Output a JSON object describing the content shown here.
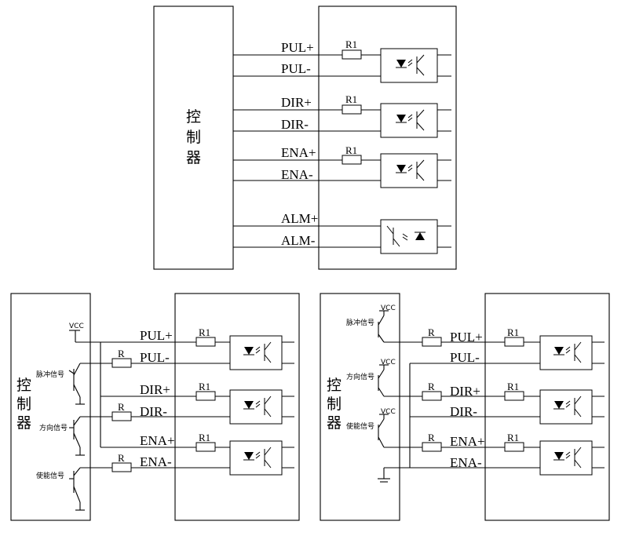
{
  "top": {
    "controller": [
      "控",
      "制",
      "器"
    ],
    "labels": [
      "PUL+",
      "PUL-",
      "DIR+",
      "DIR-",
      "ENA+",
      "ENA-",
      "ALM+",
      "ALM-"
    ],
    "resistors": [
      "R1",
      "R1",
      "R1"
    ]
  },
  "bl": {
    "controller": [
      "控",
      "制",
      "器"
    ],
    "vcc": "VCC",
    "signals": [
      "脉冲信号",
      "方向信号",
      "使能信号"
    ],
    "labels": [
      "PUL+",
      "PUL-",
      "DIR+",
      "DIR-",
      "ENA+",
      "ENA-"
    ],
    "resistors": [
      "R1",
      "R",
      "R1",
      "R",
      "R1",
      "R"
    ]
  },
  "br": {
    "controller": [
      "控",
      "制",
      "器"
    ],
    "vcc": [
      "VCC",
      "VCC",
      "VCC"
    ],
    "signals": [
      "脉冲信号",
      "方向信号",
      "使能信号"
    ],
    "labels": [
      "PUL+",
      "PUL-",
      "DIR+",
      "DIR-",
      "ENA+",
      "ENA-"
    ],
    "resistors": [
      "R",
      "R1",
      "R",
      "R1",
      "R",
      "R1"
    ]
  }
}
